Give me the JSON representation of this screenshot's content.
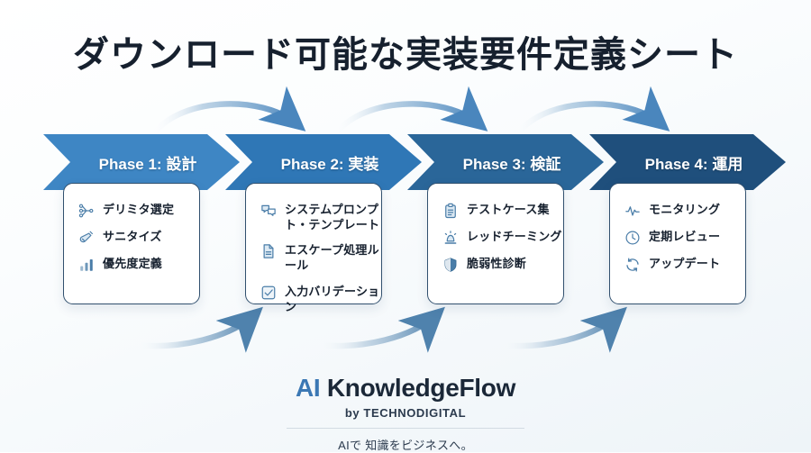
{
  "title": "ダウンロード可能な実装要件定義シート",
  "colors": {
    "phase1": "#3e86c4",
    "phase2": "#2f77b6",
    "phase3": "#2a6699",
    "phase4": "#1f4f7c",
    "card_border": "#31506e",
    "accent": "#3b78b4",
    "title_text": "#16202e"
  },
  "phases": [
    {
      "banner_label": "Phase 1: 設計",
      "items": [
        {
          "icon": "network-nodes-icon",
          "label": "デリミタ選定"
        },
        {
          "icon": "broom-sanitize-icon",
          "label": "サニタイズ"
        },
        {
          "icon": "bar-chart-icon",
          "label": "優先度定義"
        }
      ]
    },
    {
      "banner_label": "Phase 2: 実装",
      "items": [
        {
          "icon": "chat-bubbles-icon",
          "label": "システムプロンプト・テンプレート"
        },
        {
          "icon": "document-icon",
          "label": "エスケープ処理ルール"
        },
        {
          "icon": "checkbox-check-icon",
          "label": "入力バリデーション"
        }
      ]
    },
    {
      "banner_label": "Phase 3: 検証",
      "items": [
        {
          "icon": "clipboard-icon",
          "label": "テストケース集"
        },
        {
          "icon": "siren-alert-icon",
          "label": "レッドチーミング"
        },
        {
          "icon": "shield-icon",
          "label": "脆弱性診断"
        }
      ]
    },
    {
      "banner_label": "Phase 4: 運用",
      "items": [
        {
          "icon": "activity-pulse-icon",
          "label": "モニタリング"
        },
        {
          "icon": "clock-icon",
          "label": "定期レビュー"
        },
        {
          "icon": "refresh-cycle-icon",
          "label": "アップデート"
        }
      ]
    }
  ],
  "footer": {
    "brand_prefix": "AI",
    "brand_name": " KnowledgeFlow",
    "byline": "by TECHNODIGITAL",
    "tagline": "AIで 知識をビジネスへ。"
  }
}
